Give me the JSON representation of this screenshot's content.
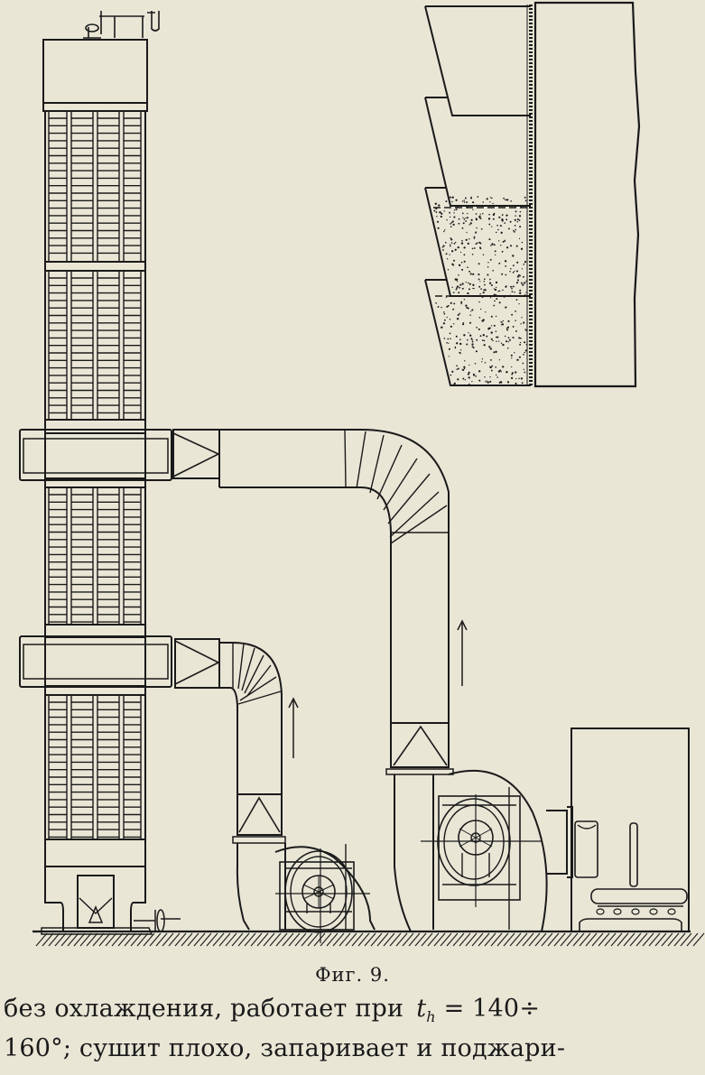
{
  "figure": {
    "caption": "Фиг. 9.",
    "labels": {
      "tower": "drying-tower",
      "inset": "tray-detail-inset",
      "fan_left": "centrifugal-fan",
      "fan_right": "centrifugal-fan",
      "motor": "motor-housing"
    },
    "flow_arrows": 2
  },
  "body_text": {
    "line1_part1": "без охлаждения, работает при",
    "line1_var": "t",
    "line1_sub": "h",
    "line1_part2": " = 140",
    "line1_tail": "÷",
    "line2": "160°; сушит плохо, запаривает и поджари-"
  },
  "colors": {
    "paper": "#e9e6d6",
    "ink": "#1a1a1a"
  }
}
